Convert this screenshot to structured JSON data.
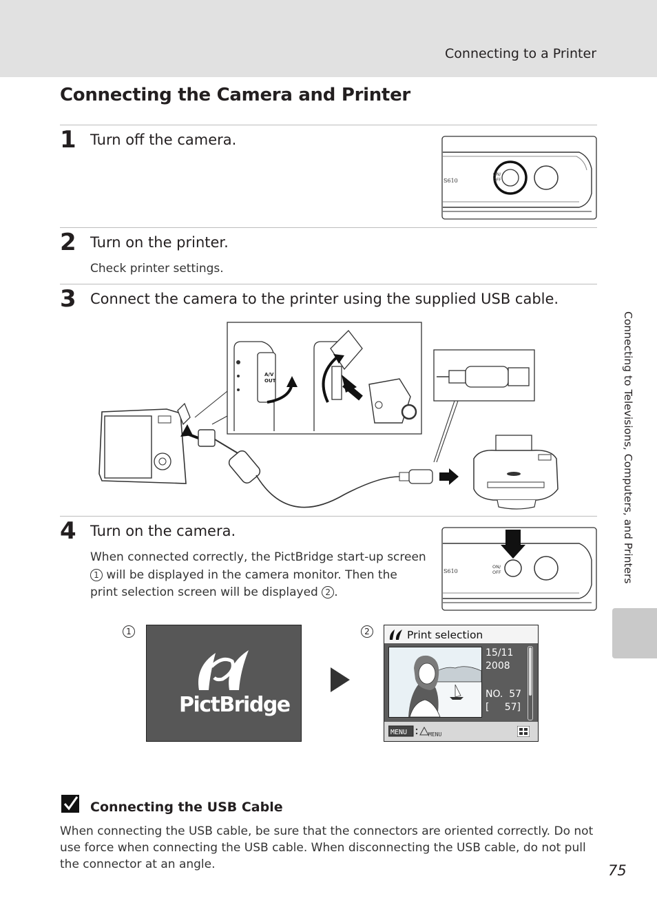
{
  "header": {
    "section": "Connecting to a Printer"
  },
  "page_title": "Connecting the Camera and Printer",
  "steps": [
    {
      "num": "1",
      "text": "Turn off the camera.",
      "note": ""
    },
    {
      "num": "2",
      "text": "Turn on the printer.",
      "note": "Check printer settings."
    },
    {
      "num": "3",
      "text": "Connect the camera to the printer using the supplied USB cable.",
      "note": ""
    },
    {
      "num": "4",
      "text": "Turn on the camera.",
      "body_a": "When connected correctly, the PictBridge start-up screen",
      "body_b": "will be displayed in the camera monitor. Then the print selection screen will be displayed",
      "body_end": "."
    }
  ],
  "callouts": {
    "one": "1",
    "two": "2"
  },
  "camera_labels": {
    "model": "S610",
    "onoff": "ON/OFF",
    "on": "ON/",
    "off": "OFF",
    "av": "A/V",
    "out": "OUT"
  },
  "pictbridge": {
    "logo_text": "PictBridge"
  },
  "print_selection": {
    "title": "Print selection",
    "date_day": "15/11",
    "date_year": "2008",
    "no_line": "NO.  57",
    "total_line": "[     57]"
  },
  "tip": {
    "title": "Connecting the USB Cable",
    "body": "When connecting the USB cable, be sure that the connectors are oriented correctly. Do not use force when connecting the USB cable. When disconnecting the USB cable, do not pull the connector at an angle."
  },
  "sidebar": {
    "text": "Connecting to Televisions, Computers, and Printers"
  },
  "page_number": "75",
  "colors": {
    "header_bg": "#e1e1e1",
    "tab_bg": "#c9c9c9",
    "screen_bg": "#575757"
  }
}
